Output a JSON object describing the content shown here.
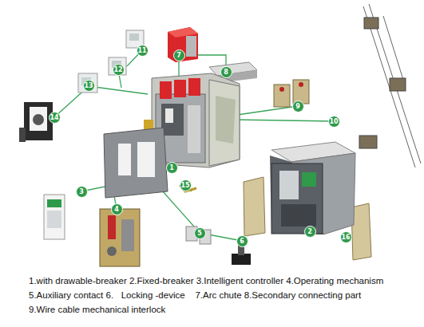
{
  "diagram": {
    "labels": [
      "11",
      "7",
      "12",
      "8",
      "13",
      "9",
      "14",
      "10",
      "1",
      "15",
      "3",
      "4",
      "2",
      "5",
      "16",
      "6",
      "1.with drawable-breaker 2.Fixed-breaker 3.Intelligent controller 4.Operating mechanism",
      "5.Auxiliary contact 6.   Locking -device    7.Arc chute 8.Secondary connecting part",
      "9.Wire cable mechanical interlock"
    ]
  }
}
